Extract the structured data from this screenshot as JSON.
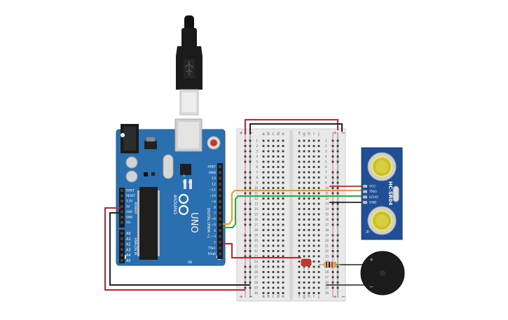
{
  "arduino": {
    "brand_vertical": "ARDUINO",
    "model": "UNO",
    "tx_label": "TX",
    "rx_label": "RX",
    "l_label": "L",
    "on_label": "ON",
    "digital_label": "DIGITAL (PWM ~)",
    "power_label": "POWER",
    "analog_label": "ANALOG IN",
    "digital_pins": [
      "AREF",
      "GND",
      "13",
      "12",
      "~11",
      "~10",
      "~9",
      "8",
      "7",
      "~6",
      "~5",
      "4",
      "~3",
      "2",
      "TX▸1",
      "RX◂0"
    ],
    "power_pins": [
      "IOREF",
      "RESET",
      "3.3V",
      "5V",
      "GND",
      "GND",
      "Vin"
    ],
    "analog_pins": [
      "A0",
      "A1",
      "A2",
      "A3",
      "A4",
      "A5"
    ]
  },
  "breadboard": {
    "columns_left": [
      "a",
      "b",
      "c",
      "d",
      "e"
    ],
    "columns_right": [
      "f",
      "g",
      "h",
      "i",
      "j"
    ],
    "row_count": 30,
    "plus_label": "+",
    "minus_label": "−"
  },
  "sensor": {
    "name": "HC-SR04",
    "pins": [
      "VCC",
      "TRIG",
      "ECHO",
      "GND"
    ],
    "side_label": "R"
  },
  "buzzer": {
    "plus_label": "+",
    "minus_label": "−"
  },
  "colors": {
    "board_blue": "#2a6fb0",
    "wire_red": "#d42027",
    "wire_black": "#222222",
    "wire_orange": "#f39c12",
    "wire_green": "#2eaa3c",
    "led_red": "#c0392b"
  }
}
